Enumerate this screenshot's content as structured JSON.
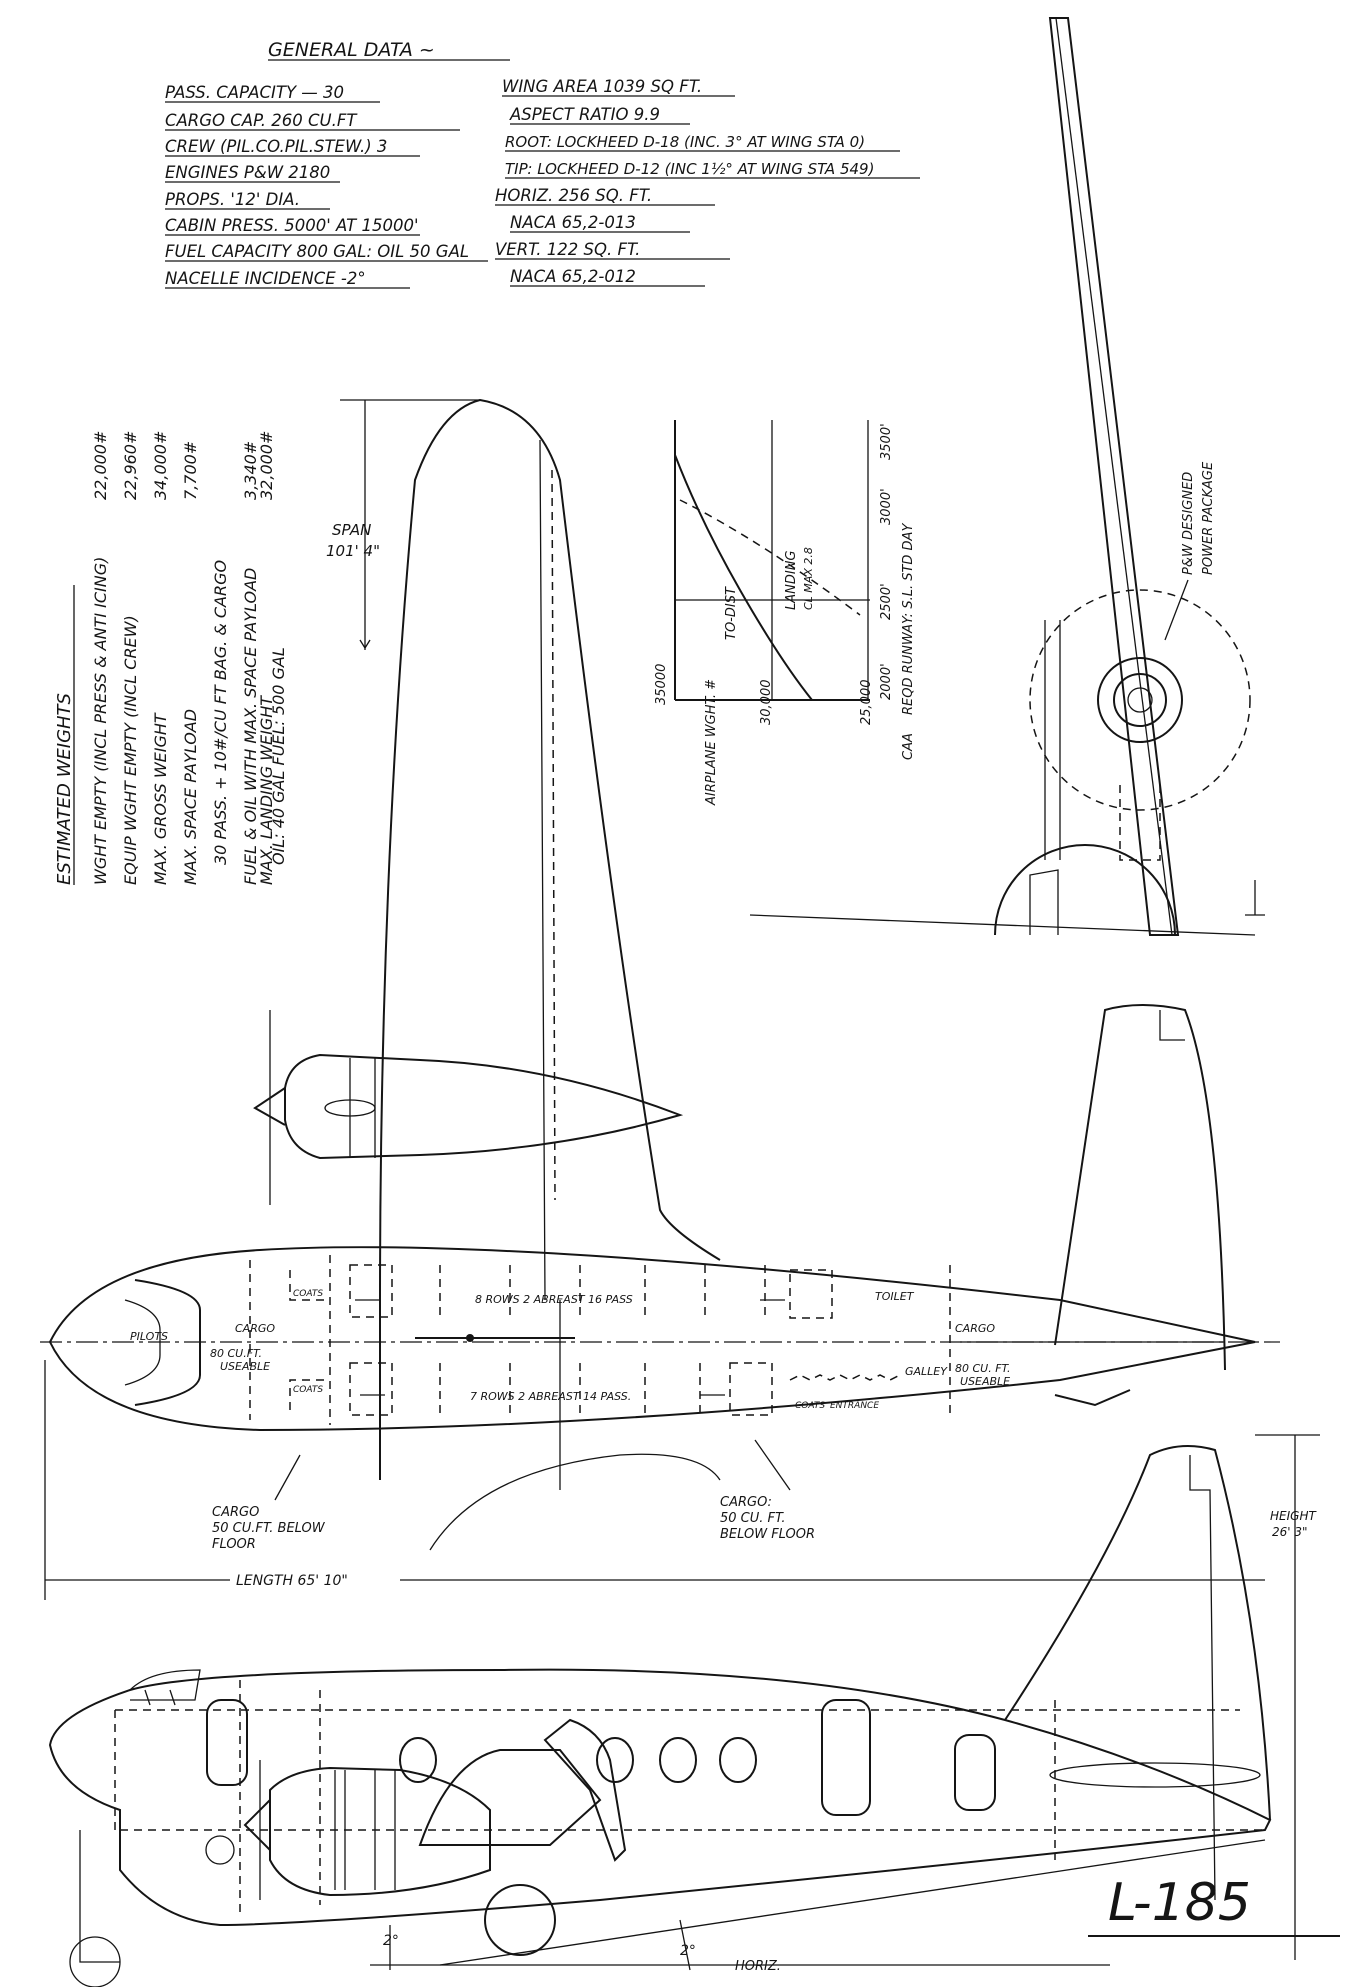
{
  "general_data": {
    "title": "GENERAL DATA ~",
    "left": [
      "PASS. CAPACITY — 30",
      "CARGO CAP.  260 CU.FT",
      "CREW (PIL.CO.PIL.STEW.) 3",
      "ENGINES  P&W 2180",
      "PROPS.  '12' DIA.",
      "CABIN PRESS.  5000' AT 15000'",
      "FUEL CAPACITY 800 GAL: OIL 50 GAL",
      "NACELLE INCIDENCE -2°"
    ],
    "right": [
      "WING AREA  1039 SQ FT.",
      "ASPECT RATIO 9.9",
      "ROOT: LOCKHEED D-18 (INC. 3° AT WING STA 0)",
      "TIP: LOCKHEED D-12 (INC 1½° AT WING STA 549)",
      "HORIZ.        256 SQ. FT.",
      "NACA 65,2-013",
      "VERT.        122 SQ. FT.",
      "NACA 65,2-012"
    ]
  },
  "estimated_weights": {
    "title": "ESTIMATED WEIGHTS",
    "rows": [
      {
        "label": "WGHT EMPTY (INCL PRESS & ANTI ICING)",
        "value": "22,000#"
      },
      {
        "label": "EQUIP WGHT EMPTY (INCL CREW)",
        "value": "22,960#"
      },
      {
        "label": "MAX. GROSS WEIGHT",
        "value": "34,000#"
      },
      {
        "label": "MAX. SPACE PAYLOAD",
        "value": "7,700#"
      },
      {
        "label": "30 PASS. + 10#/CU FT BAG. & CARGO",
        "value": ""
      },
      {
        "label": "FUEL & OIL WITH MAX. SPACE PAYLOAD",
        "value": "3,340#"
      },
      {
        "label": "OIL: 40 GAL FUEL: 500 GAL",
        "value": ""
      },
      {
        "label": "MAX. LANDING WEIGHT",
        "value": "32,000#"
      }
    ]
  },
  "runway_chart": {
    "y_title": "AIRPLANE WGHT. #",
    "y_ticks": [
      "35000",
      "30,000",
      "25,000"
    ],
    "x_ticks": [
      "2000'",
      "2500'",
      "3000'",
      "3500'"
    ],
    "x_title_1": "CAA",
    "x_title_2": "REQD RUNWAY: S.L. STD DAY",
    "curve_takeoff": "TO-DIST",
    "curve_landing": "LANDING",
    "curve_landing_sub": "CL MAX 2.8"
  },
  "annotations": {
    "span": "SPAN",
    "span_value": "101' 4\"",
    "powerpack_1": "P&W DESIGNED",
    "powerpack_2": "POWER PACKAGE",
    "pilots": "PILOTS",
    "cargo_fwd": "CARGO",
    "cargo_fwd_cap": "80 CU.FT.",
    "cargo_fwd_use": "USEABLE",
    "coats_top": "COATS",
    "coats_bottom": "COATS",
    "rows_top": "8 ROWS  2 ABREAST 16 PASS",
    "rows_bottom": "7 ROWS  2 ABREAST 14 PASS.",
    "toilet": "TOILET",
    "cargo_aft": "CARGO",
    "cargo_aft_cap": "80 CU. FT.",
    "cargo_aft_use": "USEABLE",
    "galley": "GALLEY",
    "coats_aft": "COATS",
    "entrance": "ENTRANCE",
    "cargo_below_l1": "CARGO",
    "cargo_below_l2": "50 CU.FT. BELOW",
    "cargo_below_l3": "FLOOR",
    "cargo_below_r1": "CARGO:",
    "cargo_below_r2": "50 CU. FT.",
    "cargo_below_r3": "BELOW FLOOR",
    "height": "HEIGHT",
    "height_value": "26' 3\"",
    "length": "LENGTH 65' 10\"",
    "angle_left": "2°",
    "angle_right": "2°",
    "horiz": "HORIZ.",
    "drawing_no": "L-185"
  }
}
